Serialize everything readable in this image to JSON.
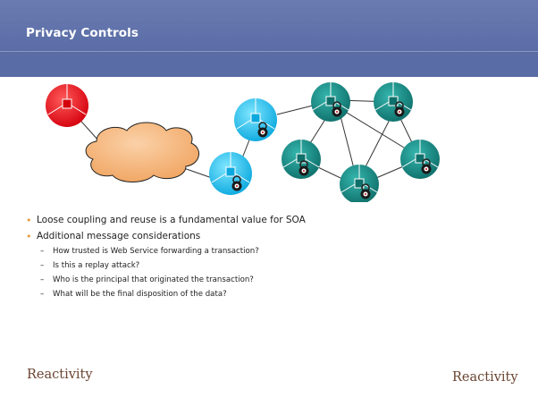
{
  "slide": {
    "title": "Privacy Controls",
    "bullets": [
      "Loose coupling and reuse is a fundamental value for SOA",
      "Additional message considerations"
    ],
    "sub_bullets": [
      "How trusted is Web Service forwarding a transaction?",
      "Is this a replay attack?",
      "Who is the principal that originated the transaction?",
      "What will be the final disposition of the data?"
    ],
    "logo_left": "Reactivity",
    "logo_right": "Reactivity"
  },
  "colors": {
    "title_bar": "#5a6ca6",
    "bullet": "#e89a3c",
    "red_node": "#e8101a",
    "cyan_node": "#17bff0",
    "teal_node": "#1b8a84",
    "cloud": "#f4b37a",
    "logo_text": "#6a4430",
    "logo_accent": "#e0532c"
  },
  "diagram": {
    "nodes": [
      {
        "kind": "red",
        "lock": false
      },
      {
        "kind": "cyan",
        "lock": true
      },
      {
        "kind": "cyan",
        "lock": true
      },
      {
        "kind": "teal",
        "lock": true
      },
      {
        "kind": "teal",
        "lock": true
      },
      {
        "kind": "teal",
        "lock": true
      },
      {
        "kind": "teal",
        "lock": true
      },
      {
        "kind": "teal",
        "lock": true
      }
    ]
  }
}
